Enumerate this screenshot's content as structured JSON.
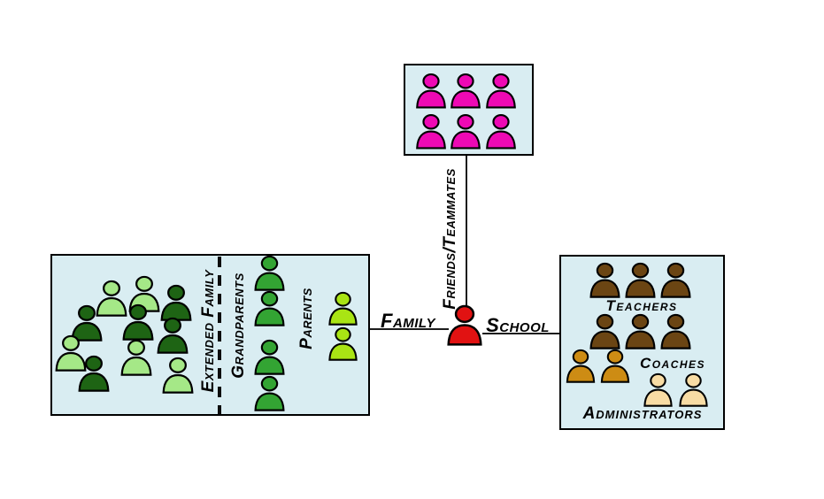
{
  "edges": {
    "family_label": "Family",
    "school_label": "School",
    "friends_label": "Friends/Teammates"
  },
  "friends_box": {
    "people_count": 6,
    "person_color": "#ee09b4"
  },
  "family_box": {
    "sections": [
      {
        "label": "Extended Family",
        "people_shades": [
          "light",
          "light",
          "dark",
          "dark",
          "dark",
          "dark",
          "light",
          "light",
          "dark",
          "light"
        ],
        "light_color": "#a5e887",
        "dark_color": "#1e6414"
      },
      {
        "label": "Grandparents",
        "people_count": 4,
        "person_color": "#33a433"
      },
      {
        "label": "Parents",
        "people_count": 2,
        "person_color": "#a9e414"
      }
    ]
  },
  "school_box": {
    "groups": [
      {
        "label": "Teachers",
        "people_count": 6,
        "person_color": "#6b4513"
      },
      {
        "label": "Coaches",
        "people_count": 2,
        "person_color": "#cd8c14"
      },
      {
        "label": "Administrators",
        "people_count": 2,
        "person_color": "#f8dca4"
      }
    ]
  },
  "colors": {
    "box_fill": "#d9edf2",
    "box_border": "#000000",
    "connector": "#1c1c1c",
    "center_person": "#e11212",
    "person_outline": "#000000"
  }
}
